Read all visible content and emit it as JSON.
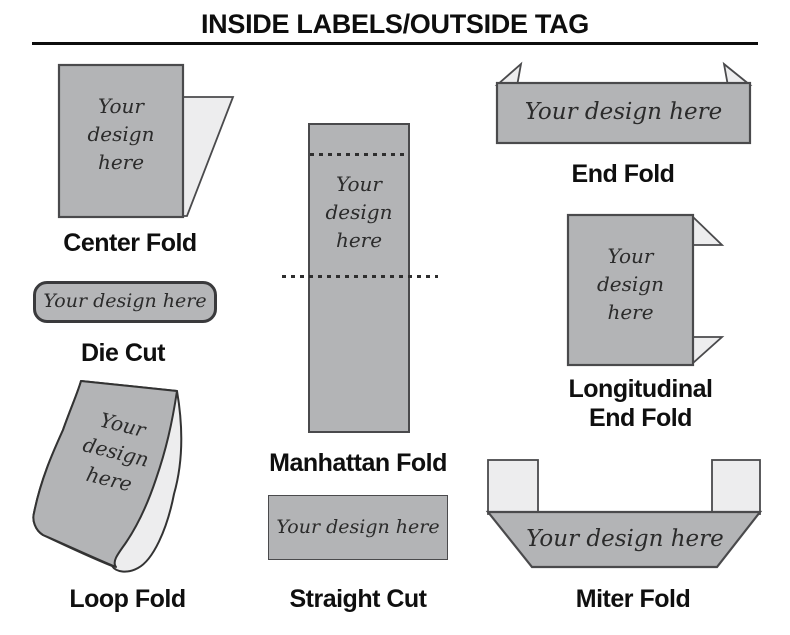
{
  "header": {
    "title": "INSIDE LABELS/OUTSIDE TAG"
  },
  "placeholder": {
    "single": "Your design here",
    "multiline": "Your\ndesign\nhere"
  },
  "figures": {
    "center_fold": {
      "label": "Center Fold"
    },
    "die_cut": {
      "label": "Die Cut"
    },
    "loop_fold": {
      "label": "Loop Fold"
    },
    "manhattan_fold": {
      "label": "Manhattan Fold"
    },
    "straight_cut": {
      "label": "Straight Cut"
    },
    "end_fold": {
      "label": "End Fold"
    },
    "longitudinal_end_fold": {
      "label": "Longitudinal\nEnd Fold"
    },
    "miter_fold": {
      "label": "Miter Fold"
    }
  },
  "colors": {
    "label_gray": "#b3b4b6",
    "fold_light": "#ededee",
    "outline": "#4a4a4c",
    "design_text": "#2b2b2b",
    "heading_text": "#0e0e0e"
  }
}
